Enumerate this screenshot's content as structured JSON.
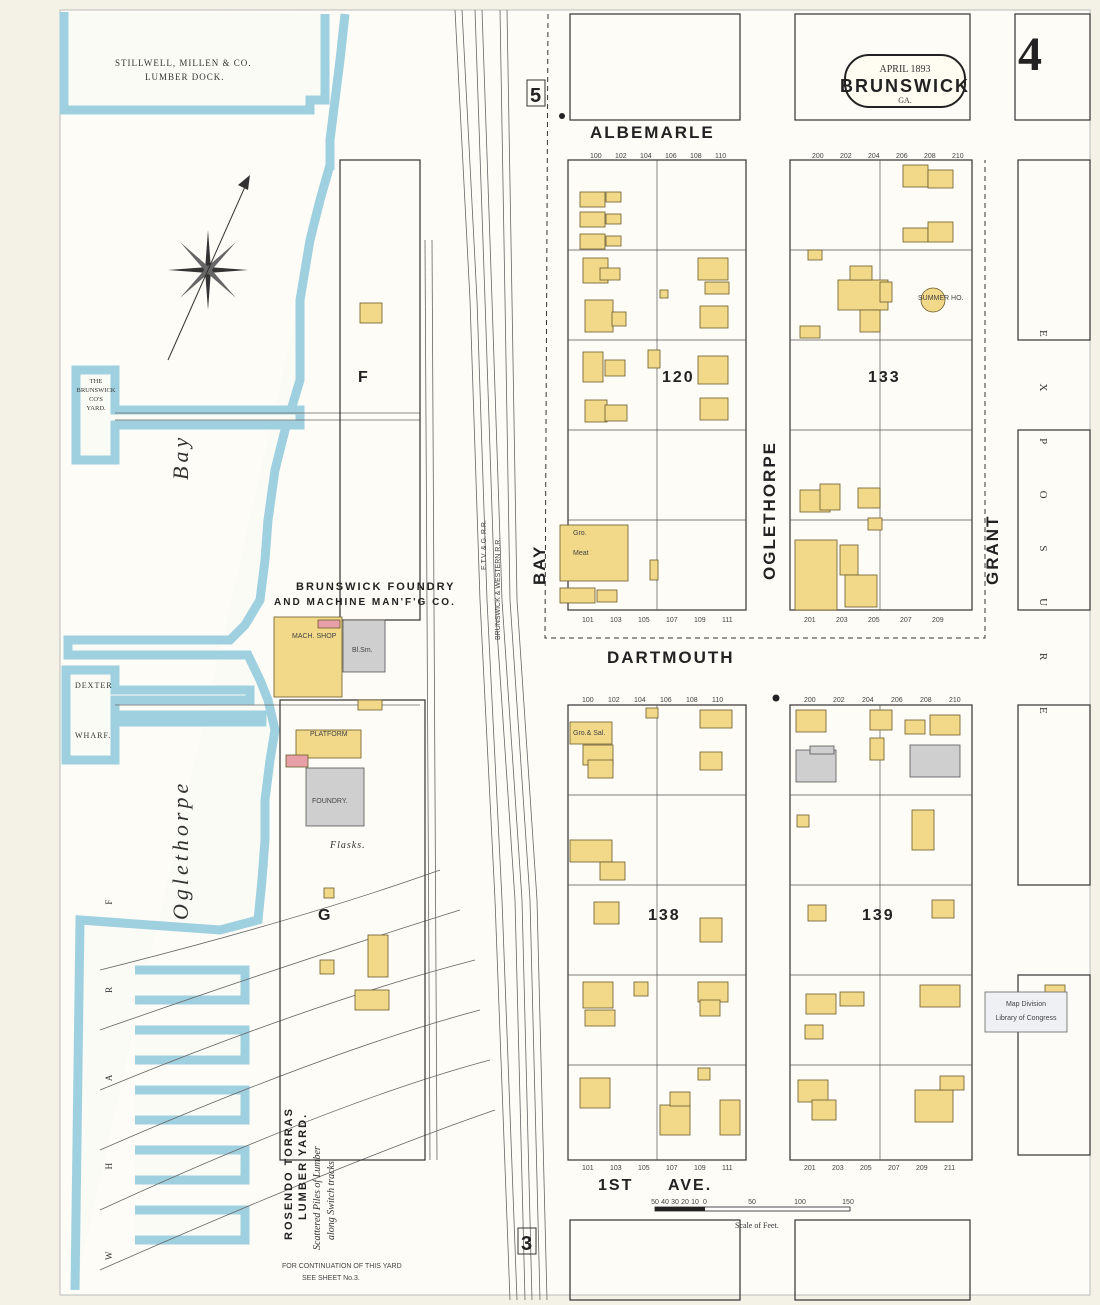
{
  "sheet": {
    "number": "4",
    "date": "APRIL 1893",
    "city": "BRUNSWICK",
    "state": "GA."
  },
  "streets": {
    "albemarle": "ALBEMARLE",
    "dartmouth": "DARTMOUTH",
    "first_ave_prefix": "1ST",
    "first_ave": "AVE.",
    "bay": "BAY",
    "oglethorpe": "OGLETHORPE",
    "grant": "GRANT",
    "exposure_letters": "E X P O S U R E",
    "oglethorpe_bay": "Oglethorpe",
    "bay_word": "Bay"
  },
  "blocks": {
    "b120": "120",
    "b133": "133",
    "b138": "138",
    "b139": "139",
    "f": "F",
    "g": "G"
  },
  "labels": {
    "lumber_dock_1": "STILLWELL,      MILLEN & CO.",
    "lumber_dock_2": "LUMBER DOCK.",
    "brunswick_yard_1": "THE",
    "brunswick_yard_2": "BRUNSWICK",
    "brunswick_yard_3": "CO'S",
    "brunswick_yard_4": "YARD.",
    "foundry_1": "BRUNSWICK FOUNDRY",
    "foundry_2": "AND MACHINE MAN'F'G CO.",
    "mach_shop": "MACH. SHOP",
    "foundry": "FOUNDRY.",
    "platform": "PLATFORM",
    "bl_sm": "Bl.Sm.",
    "flasks": "Flasks.",
    "dexter": "DEXTER",
    "wharf": "WHARF.",
    "wharf_letters": "W H A R F",
    "rosendo_1": "ROSENDO TORRAS",
    "rosendo_2": "LUMBER YARD.",
    "rosendo_3": "Scattered Piles of Lumber",
    "rosendo_4": "along Switch tracks.",
    "continuation_1": "FOR CONTINUATION OF THIS YARD",
    "continuation_2": "SEE SHEET No.3.",
    "railroad_1": "E.T.V. & G. R.R.",
    "railroad_2": "BRUNSWICK & WESTERN R.R.",
    "scale_title": "Scale of Feet.",
    "adjacent_top": "5",
    "adjacent_bottom": "3",
    "summer_ho": "SUMMER HO.",
    "gro_meat": "Meat",
    "gro1": "Gro.",
    "gro_sal": "Gro.& Sal.",
    "stamp_1": "Map Division",
    "stamp_2": "Library of Congress"
  },
  "scale": {
    "ticks": [
      "50",
      "40",
      "30",
      "20",
      "10",
      "0",
      "50",
      "100",
      "150"
    ]
  },
  "house_numbers": {
    "albemarle_120": [
      "100",
      "102",
      "104",
      "106",
      "108",
      "110"
    ],
    "albemarle_133": [
      "200",
      "202",
      "204",
      "206",
      "208",
      "210"
    ],
    "dartmouth_120": [
      "101",
      "103",
      "105",
      "107",
      "109",
      "111"
    ],
    "dartmouth_133": [
      "201",
      "203",
      "205",
      "207",
      "209"
    ],
    "dartmouth_138": [
      "100",
      "102",
      "104",
      "106",
      "108",
      "110"
    ],
    "dartmouth_139": [
      "200",
      "202",
      "204",
      "206",
      "208",
      "210"
    ],
    "first_138": [
      "101",
      "103",
      "105",
      "107",
      "109",
      "111"
    ],
    "first_139": [
      "201",
      "203",
      "205",
      "207",
      "209",
      "211"
    ]
  },
  "colors": {
    "frame": "#f2d98a",
    "brick": "#e8a0a8",
    "water_edge": "#9fd0e0",
    "paper": "#f4f1e6"
  }
}
